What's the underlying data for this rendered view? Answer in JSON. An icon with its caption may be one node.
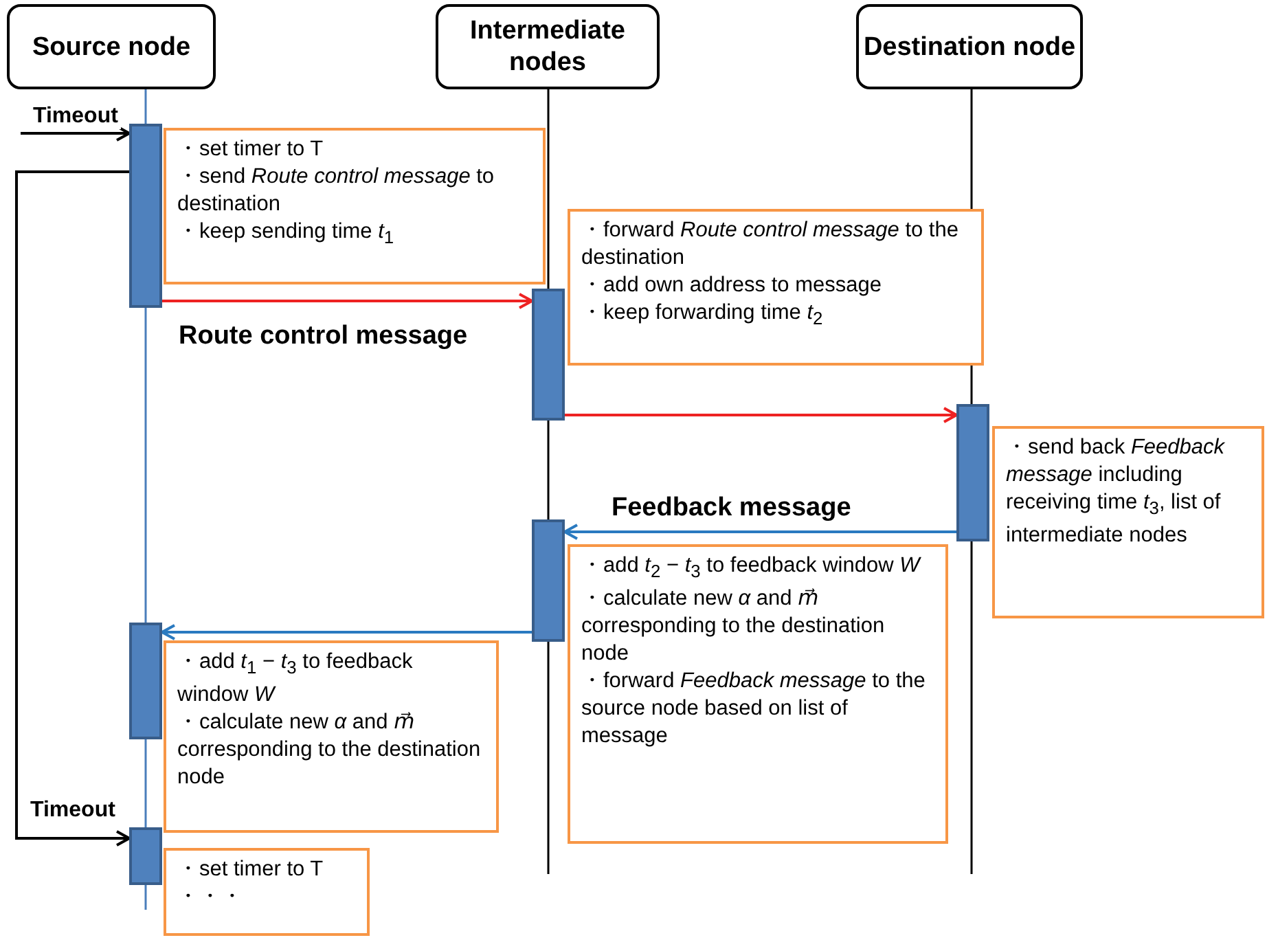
{
  "diagram": {
    "nodes": [
      {
        "text": [
          "Source node"
        ]
      },
      {
        "text": [
          "Intermediate nodes"
        ]
      },
      {
        "text": [
          "Destination node"
        ]
      },
      {
        "text": [],
        "shape": "bar"
      },
      {
        "text": [
          "・set timer to T",
          "・send *Route control message* to destination",
          "・keep sending time *t*$_{1}$"
        ]
      },
      {
        "text": [],
        "shape": "bar"
      },
      {
        "text": [
          "・forward *Route control message* to the destination",
          "・add own address  to message",
          "・keep forwarding time  *t*$_{2}$"
        ]
      },
      {
        "text": [],
        "shape": "bar"
      },
      {
        "text": [
          "・send back *Feedback message* including receiving time *t*$_{3}$, list of intermediate nodes"
        ]
      },
      {
        "text": [],
        "shape": "bar"
      },
      {
        "text": [
          "・add *t*$_{2}$ − *t*$_{3}$ to feedback window *W*",
          "・calculate new *α* and *m⃗* corresponding to the destination node",
          "・forward *Feedback message* to the source node based on list of message"
        ]
      },
      {
        "text": [],
        "shape": "bar"
      },
      {
        "text": [
          "・add *t*$_{1}$ − *t*$_{3}$ to feedback window *W*",
          "・calculate new *α* and *m⃗* corresponding to the destination node"
        ]
      },
      {
        "text": [],
        "shape": "bar"
      },
      {
        "text": [
          "・set timer to T",
          "・・・"
        ]
      }
    ],
    "edges": [
      {
        "from": null,
        "to": 3,
        "arrow": "to",
        "label": "Timeout"
      },
      {
        "from": 3,
        "to": 5,
        "arrow": "to",
        "label": "Route control message",
        "color": "#ee2222"
      },
      {
        "from": 5,
        "to": 7,
        "arrow": "to",
        "color": "#ee2222"
      },
      {
        "from": 7,
        "to": 9,
        "arrow": "to",
        "label": "Feedback message",
        "color": "#2a7ac0"
      },
      {
        "from": 9,
        "to": 11,
        "arrow": "to",
        "color": "#2a7ac0"
      },
      {
        "from": 3,
        "to": 13,
        "arrow": "to",
        "label": "Timeout"
      }
    ]
  }
}
